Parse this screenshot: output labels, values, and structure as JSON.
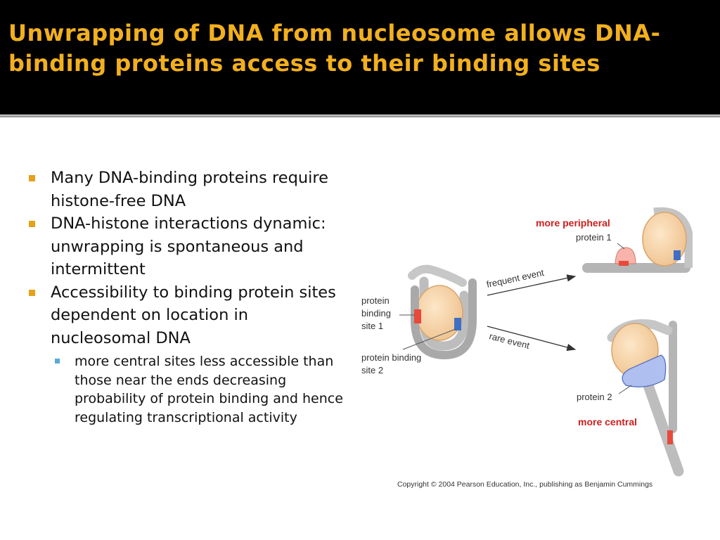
{
  "title": "Unwrapping of DNA from nucleosome allows DNA-binding proteins access to their binding sites",
  "bullets": [
    {
      "text": "Many DNA-binding proteins require histone-free DNA"
    },
    {
      "text": "DNA-histone interactions dynamic: unwrapping is spontaneous and intermittent"
    },
    {
      "text": "Accessibility to binding protein sites dependent on location in nucleosomal DNA"
    }
  ],
  "sub_bullets": [
    {
      "text": "more central sites less accessible than those near the ends decreasing probability of protein binding and hence regulating transcriptional activity"
    }
  ],
  "diagram": {
    "label_site1": [
      "protein",
      "binding",
      "site 1"
    ],
    "label_site2": [
      "protein binding",
      "site 2"
    ],
    "arrow_top_label": "frequent event",
    "arrow_bottom_label": "rare event",
    "protein1_label": "protein 1",
    "protein2_label": "protein 2",
    "more_peripheral": "more peripheral",
    "more_central": "more central",
    "copyright": "Copyright © 2004 Pearson Education, Inc., publishing as Benjamin Cummings"
  },
  "colors": {
    "title_background": "#000000",
    "title_text": "#f2b01e",
    "bullet_marker": "#e3a21a",
    "sub_bullet_marker": "#5aa8d2",
    "annotation_red": "#cc1f1f",
    "histone": "#f7d3a6",
    "dna": "#c9c9c9",
    "site1": "#e8493a",
    "site2": "#3f6fc4"
  }
}
